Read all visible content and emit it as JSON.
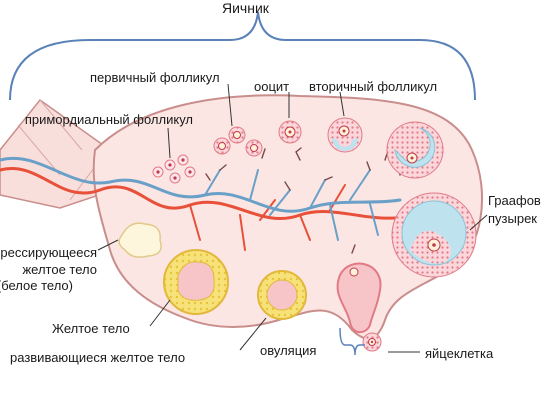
{
  "diagram": {
    "title": "Яичник",
    "labels": {
      "primordial": "примордиальный фолликул",
      "primary": "первичный фолликул",
      "oocyte": "ооцит",
      "secondary": "вторичный фолликул",
      "graafian_1": "Граафов",
      "graafian_2": "пузырек",
      "regressing_1": "регрессирующееся",
      "regressing_2": "желтое тело",
      "regressing_3": "(белое тело)",
      "corpus_luteum": "Желтое тело",
      "developing_cl": "развивающиеся желтое тело",
      "ovulation": "овуляция",
      "egg": "яйцеклетка"
    },
    "colors": {
      "ovary_fill": "#fbe6e4",
      "ovary_stroke": "#c98e8c",
      "artery": "#e8503a",
      "vein": "#6aa0c8",
      "follicle_dots": "#e27a86",
      "antrum": "#bfe3ee",
      "corpus_luteum_yellow": "#f7e27a",
      "corpus_luteum_inner": "#f7c5c8",
      "corpus_albicans": "#fdf6dd",
      "bracket": "#5a82b8"
    }
  }
}
